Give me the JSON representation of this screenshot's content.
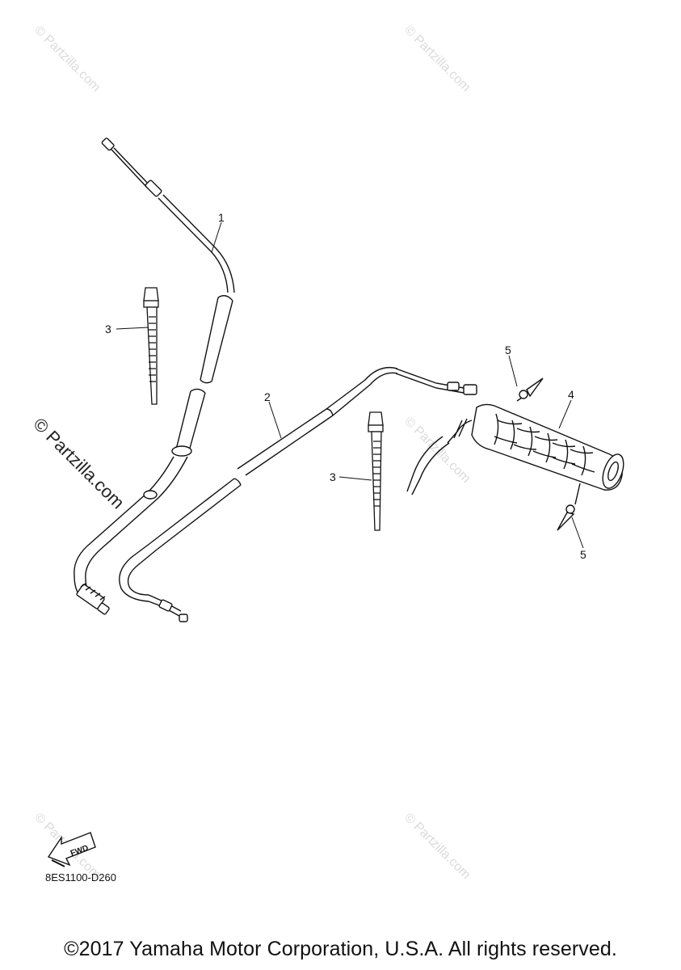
{
  "watermark": "© Partzilla.com",
  "callouts": [
    "1",
    "2",
    "3",
    "3",
    "4",
    "5",
    "5"
  ],
  "fwd_label": "FWD",
  "diagram_code": "8ES1100-D260",
  "copyright": "©2017 Yamaha Motor Corporation, U.S.A. All rights reserved."
}
